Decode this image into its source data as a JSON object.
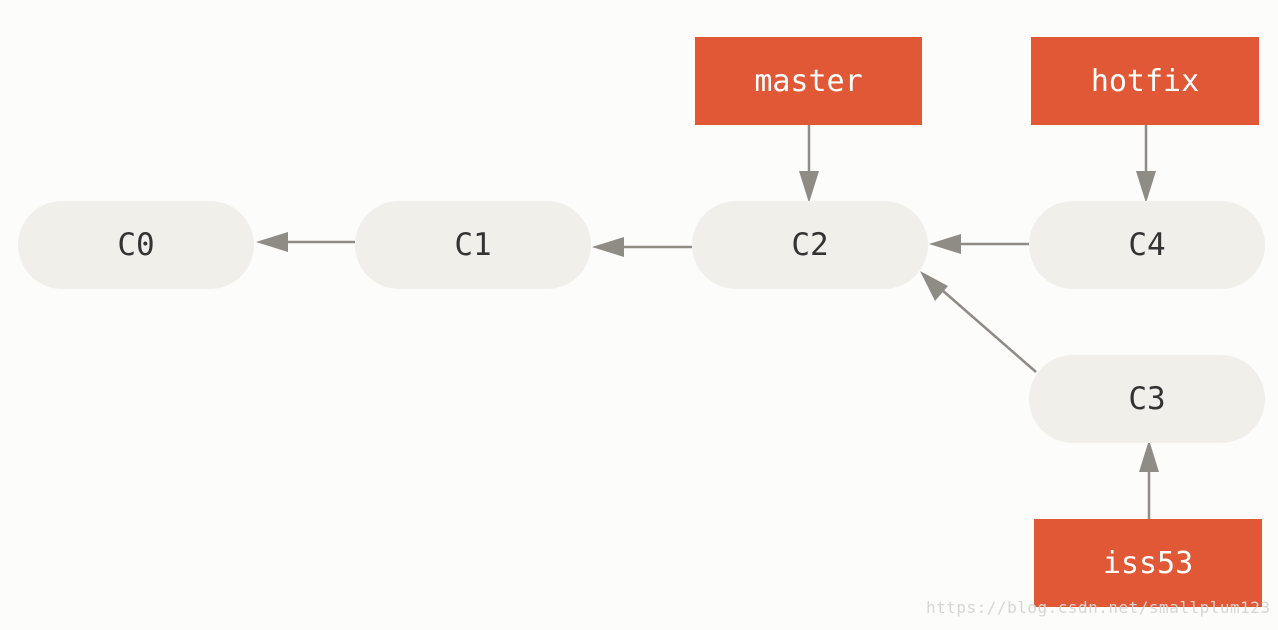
{
  "colors": {
    "background": "#fcfcfa",
    "commit_fill": "#f0efea",
    "commit_text": "#333333",
    "branch_fill": "#e05835",
    "branch_text": "#ffffff",
    "arrow": "#8f8b85"
  },
  "commits": [
    {
      "id": "C0",
      "label": "C0"
    },
    {
      "id": "C1",
      "label": "C1"
    },
    {
      "id": "C2",
      "label": "C2"
    },
    {
      "id": "C4",
      "label": "C4"
    },
    {
      "id": "C3",
      "label": "C3"
    }
  ],
  "branches": [
    {
      "id": "master",
      "label": "master",
      "points_to": "C2"
    },
    {
      "id": "hotfix",
      "label": "hotfix",
      "points_to": "C4"
    },
    {
      "id": "iss53",
      "label": "iss53",
      "points_to": "C3"
    }
  ],
  "parent_links": [
    {
      "from": "C1",
      "to": "C0"
    },
    {
      "from": "C2",
      "to": "C1"
    },
    {
      "from": "C4",
      "to": "C2"
    },
    {
      "from": "C3",
      "to": "C2"
    }
  ],
  "watermark": "https://blog.csdn.net/smallplum123"
}
